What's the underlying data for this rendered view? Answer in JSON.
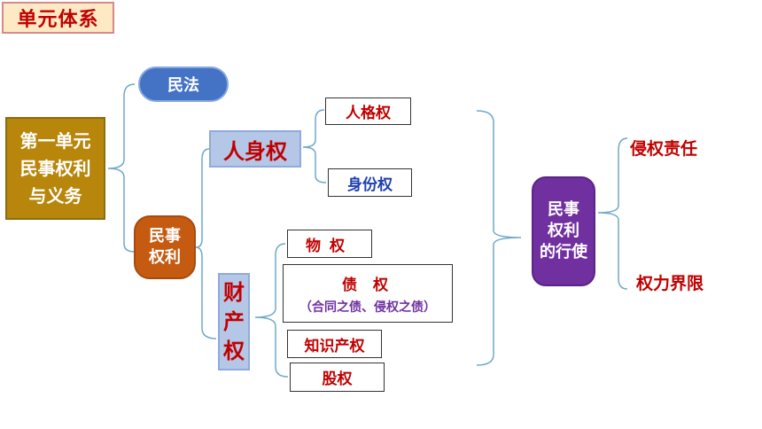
{
  "header": {
    "title": "单元体系"
  },
  "unit": {
    "lines": [
      "第一单元",
      "民事权利",
      "与义务"
    ]
  },
  "branches": {
    "minfa": "民法",
    "minshi": {
      "lines": [
        "民事",
        "权利"
      ]
    }
  },
  "renshen": {
    "label": "人身权",
    "items": [
      "人格权",
      "身份权"
    ]
  },
  "caichan": {
    "lines": [
      "财",
      "产",
      "权"
    ],
    "wuquan": "物权",
    "zhaiquan": "债 权",
    "zhaiquan_note": "（合同之债、侵权之债）",
    "zhishi": "知识产权",
    "guquan": "股权"
  },
  "exercise": {
    "lines": [
      "民事",
      "权利",
      "的行使"
    ]
  },
  "outcomes": {
    "qinquan": "侵权责任",
    "quanli": "权力界限"
  },
  "colors": {
    "title_red": "#c00000",
    "unit_gold": "#b8860b",
    "minfa_blue": "#4472c4",
    "minshi_orange": "#c55a11",
    "right_box_blue": "#b4c7e7",
    "exercise_purple": "#7030a0",
    "connector": "#6fa8c8"
  }
}
